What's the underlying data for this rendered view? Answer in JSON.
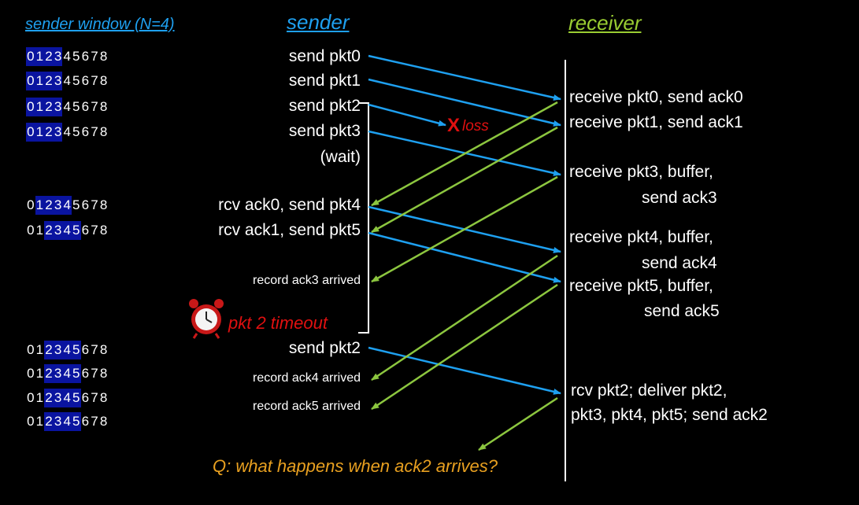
{
  "headers": {
    "sender_window": "sender window (N=4)",
    "sender": "sender",
    "receiver": "receiver"
  },
  "sequence": [
    "0",
    "1",
    "2",
    "3",
    "4",
    "5",
    "6",
    "7",
    "8"
  ],
  "window_rows": [
    {
      "start": 0
    },
    {
      "start": 0
    },
    {
      "start": 0
    },
    {
      "start": 0
    },
    {
      "start": 1
    },
    {
      "start": 2
    },
    {
      "start": 2
    },
    {
      "start": 2
    },
    {
      "start": 2
    },
    {
      "start": 2
    }
  ],
  "sender_events": [
    "send  pkt0",
    "send  pkt1",
    "send  pkt2",
    "send  pkt3",
    "(wait)",
    "rcv ack0, send pkt4",
    "rcv ack1, send pkt5",
    "record ack3 arrived",
    "send  pkt2",
    "record ack4 arrived",
    "record ack5 arrived"
  ],
  "receiver_events": [
    "receive pkt0, send ack0",
    "receive pkt1, send ack1",
    "receive pkt3, buffer,",
    "send ack3",
    "receive pkt4, buffer,",
    "send ack4",
    "receive pkt5, buffer,",
    "send ack5",
    "rcv pkt2; deliver pkt2,",
    "pkt3, pkt4, pkt5; send ack2"
  ],
  "loss": {
    "mark": "X",
    "label": "loss"
  },
  "timeout_label": "pkt 2 timeout",
  "timer_icon": "alarm-clock-icon",
  "question": "Q: what happens when ack2 arrives?",
  "colors": {
    "sender_header": "#1ea0f0",
    "receiver_header": "#9acd32",
    "packet_arrow": "#1ea0f0",
    "ack_arrow": "#8cc63f",
    "loss": "#e01010",
    "window_highlight": "#0a14a0",
    "question": "#e8a020"
  }
}
